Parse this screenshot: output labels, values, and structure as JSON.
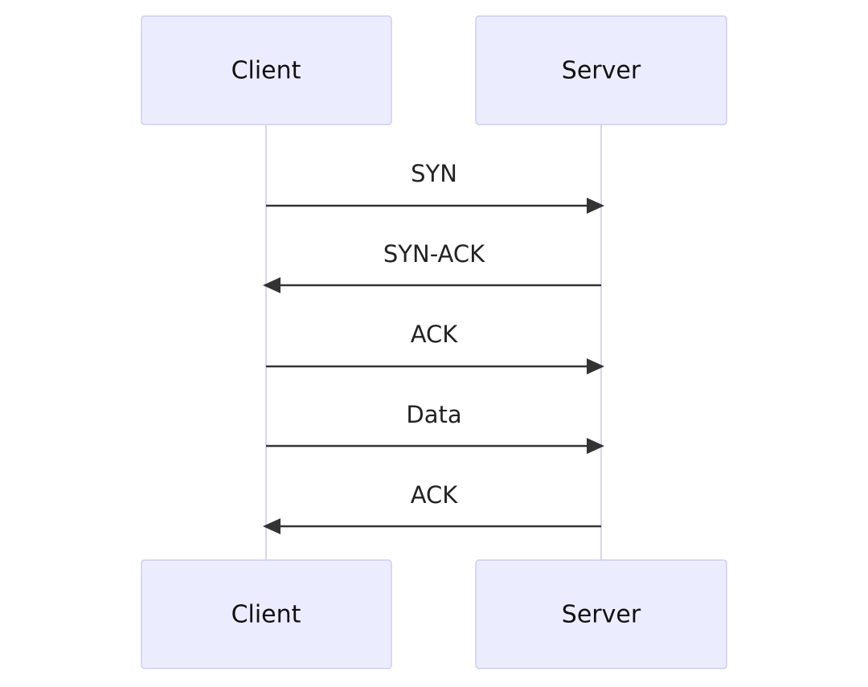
{
  "participants": [
    {
      "id": "client",
      "label": "Client"
    },
    {
      "id": "server",
      "label": "Server"
    }
  ],
  "messages": [
    {
      "from": "client",
      "to": "server",
      "label": "SYN"
    },
    {
      "from": "server",
      "to": "client",
      "label": "SYN-ACK"
    },
    {
      "from": "client",
      "to": "server",
      "label": "ACK"
    },
    {
      "from": "client",
      "to": "server",
      "label": "Data"
    },
    {
      "from": "server",
      "to": "client",
      "label": "ACK"
    }
  ],
  "colors": {
    "actor_fill": "#ECECFF",
    "actor_border": "#CDCDEE",
    "lifeline": "#D6D6F0",
    "arrow": "#333333"
  }
}
